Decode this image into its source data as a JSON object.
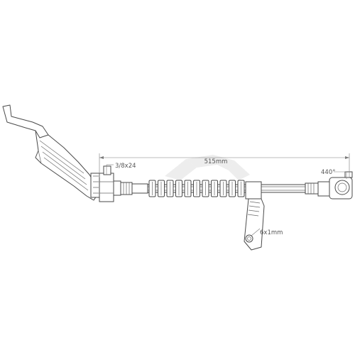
{
  "dimensions": {
    "overall_length": "515mm",
    "thread": "3/8x24",
    "angle": "440°",
    "mount_hole": "6x1mm"
  }
}
